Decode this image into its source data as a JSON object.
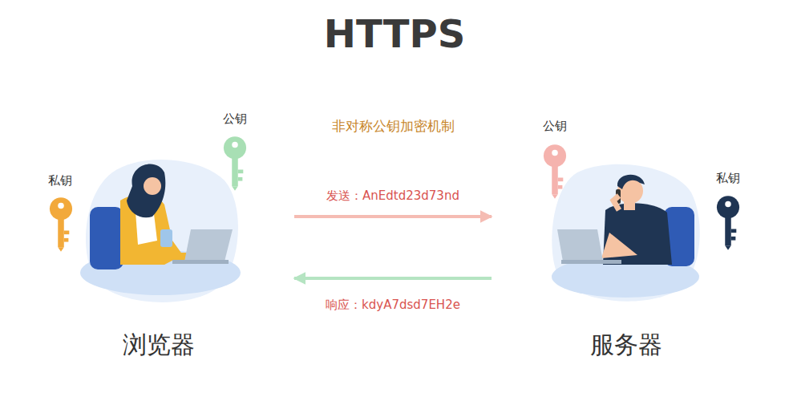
{
  "diagram": {
    "title": "HTTPS",
    "nodes": [
      {
        "text": [
          "浏览器"
        ]
      },
      {
        "text": [
          "服务器"
        ]
      }
    ],
    "edges": [
      {
        "from": 0,
        "to": 1,
        "arrow": "to",
        "label": "发送：AnEdtd23d73nd"
      },
      {
        "from": 1,
        "to": 0,
        "arrow": "to",
        "label": "响应：kdyA7dsd7EH2e"
      }
    ],
    "labels": [
      "公钥",
      "非对称公钥加密机制",
      "公钥",
      "私钥",
      "私钥"
    ]
  }
}
